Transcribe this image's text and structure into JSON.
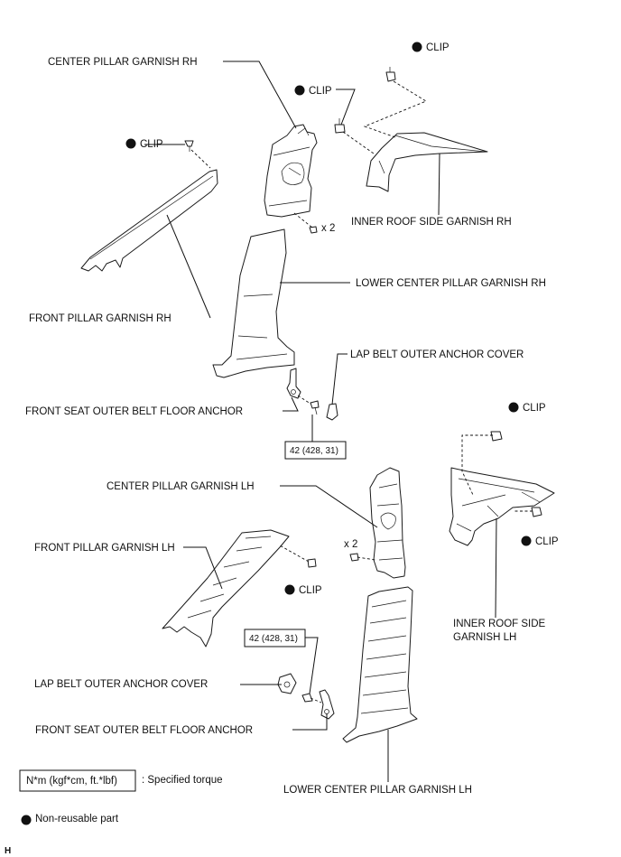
{
  "labels": {
    "center_pillar_garnish_rh": "CENTER PILLAR GARNISH RH",
    "clip": "CLIP",
    "inner_roof_side_garnish_rh": "INNER ROOF SIDE GARNISH RH",
    "lower_center_pillar_garnish_rh": "LOWER CENTER PILLAR GARNISH RH",
    "front_pillar_garnish_rh": "FRONT PILLAR GARNISH RH",
    "lap_belt_outer_anchor_cover": "LAP BELT OUTER ANCHOR COVER",
    "front_seat_outer_belt_floor_anchor": "FRONT SEAT OUTER BELT FLOOR ANCHOR",
    "center_pillar_garnish_lh": "CENTER PILLAR GARNISH LH",
    "front_pillar_garnish_lh": "FRONT PILLAR GARNISH LH",
    "inner_roof_side_garnish_lh_line1": "INNER ROOF SIDE",
    "inner_roof_side_garnish_lh_line2": "GARNISH LH",
    "lower_center_pillar_garnish_lh": "LOWER CENTER PILLAR GARNISH LH",
    "quantity_x2": "x 2"
  },
  "torque": {
    "value": "42 (428, 31)",
    "legend_box": "N*m (kgf*cm, ft.*lbf)",
    "legend_text": ": Specified torque"
  },
  "legend": {
    "non_reusable": "Non-reusable part"
  },
  "corner_mark": "H"
}
